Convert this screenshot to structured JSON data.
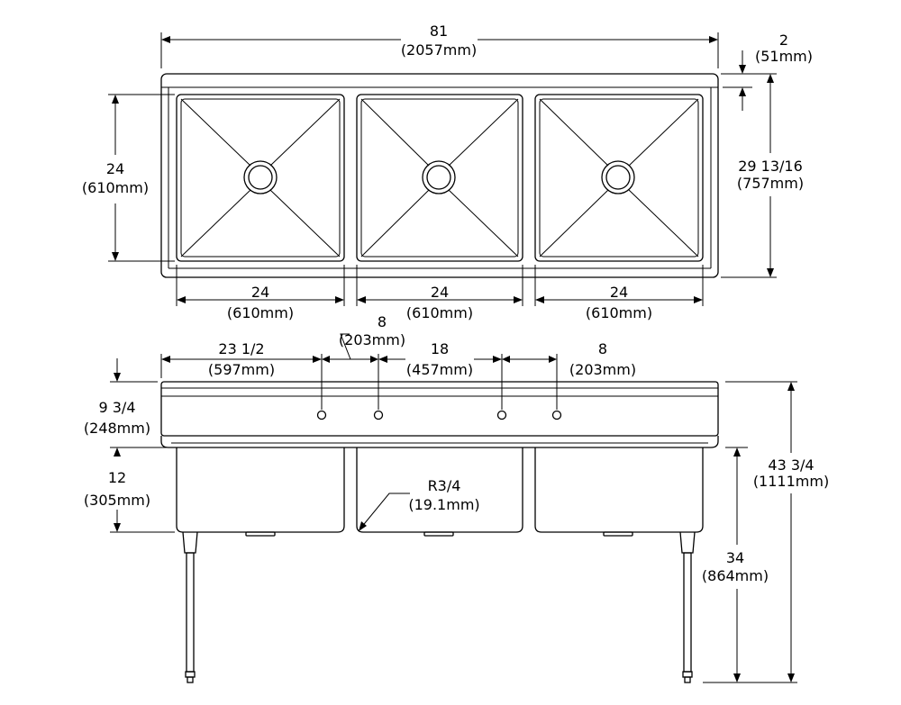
{
  "top_view": {
    "overall_width": {
      "in": "81",
      "mm": "(2057mm)"
    },
    "backsplash": {
      "in": "2",
      "mm": "(51mm)"
    },
    "front_to_back": {
      "in": "24",
      "mm": "(610mm)"
    },
    "overall_depth": {
      "in": "29 13/16",
      "mm": "(757mm)"
    },
    "bowls": [
      {
        "in": "24",
        "mm": "(610mm)"
      },
      {
        "in": "24",
        "mm": "(610mm)"
      },
      {
        "in": "24",
        "mm": "(610mm)"
      }
    ]
  },
  "front_view": {
    "faucet_left": {
      "in": "23 1/2",
      "mm": "(597mm)"
    },
    "faucet_spacing_a": {
      "in": "8",
      "mm": "(203mm)"
    },
    "faucet_between": {
      "in": "18",
      "mm": "(457mm)"
    },
    "faucet_spacing_b": {
      "in": "8",
      "mm": "(203mm)"
    },
    "splash_height": {
      "in": "9 3/4",
      "mm": "(248mm)"
    },
    "bowl_depth": {
      "in": "12",
      "mm": "(305mm)"
    },
    "corner_radius": {
      "in": "R3/4",
      "mm": "(19.1mm)"
    },
    "overall_height": {
      "in": "43 3/4",
      "mm": "(1111mm)"
    },
    "rim_height": {
      "in": "34",
      "mm": "(864mm)"
    }
  }
}
